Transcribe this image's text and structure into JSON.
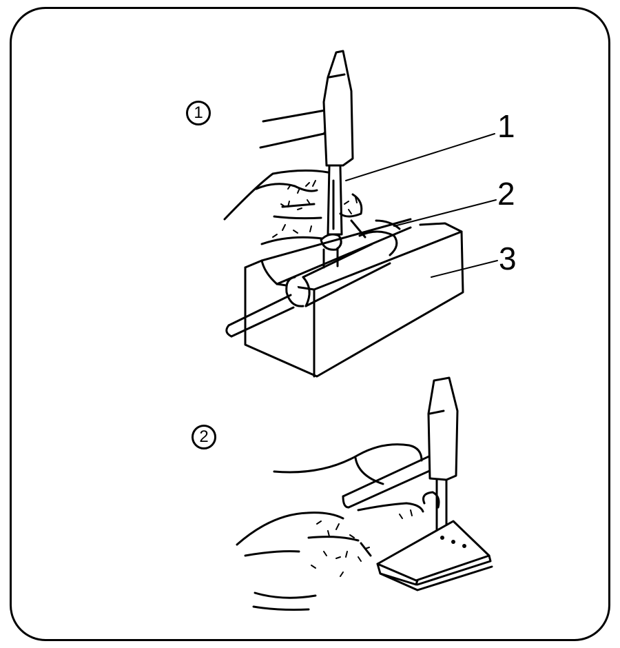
{
  "steps": [
    {
      "number": "1"
    },
    {
      "number": "2"
    }
  ],
  "callouts": [
    {
      "label": "1",
      "target": "punch"
    },
    {
      "label": "2",
      "target": "bushing"
    },
    {
      "label": "3",
      "target": "v-block"
    }
  ],
  "colors": {
    "ink": "#000000",
    "paper": "#ffffff"
  }
}
